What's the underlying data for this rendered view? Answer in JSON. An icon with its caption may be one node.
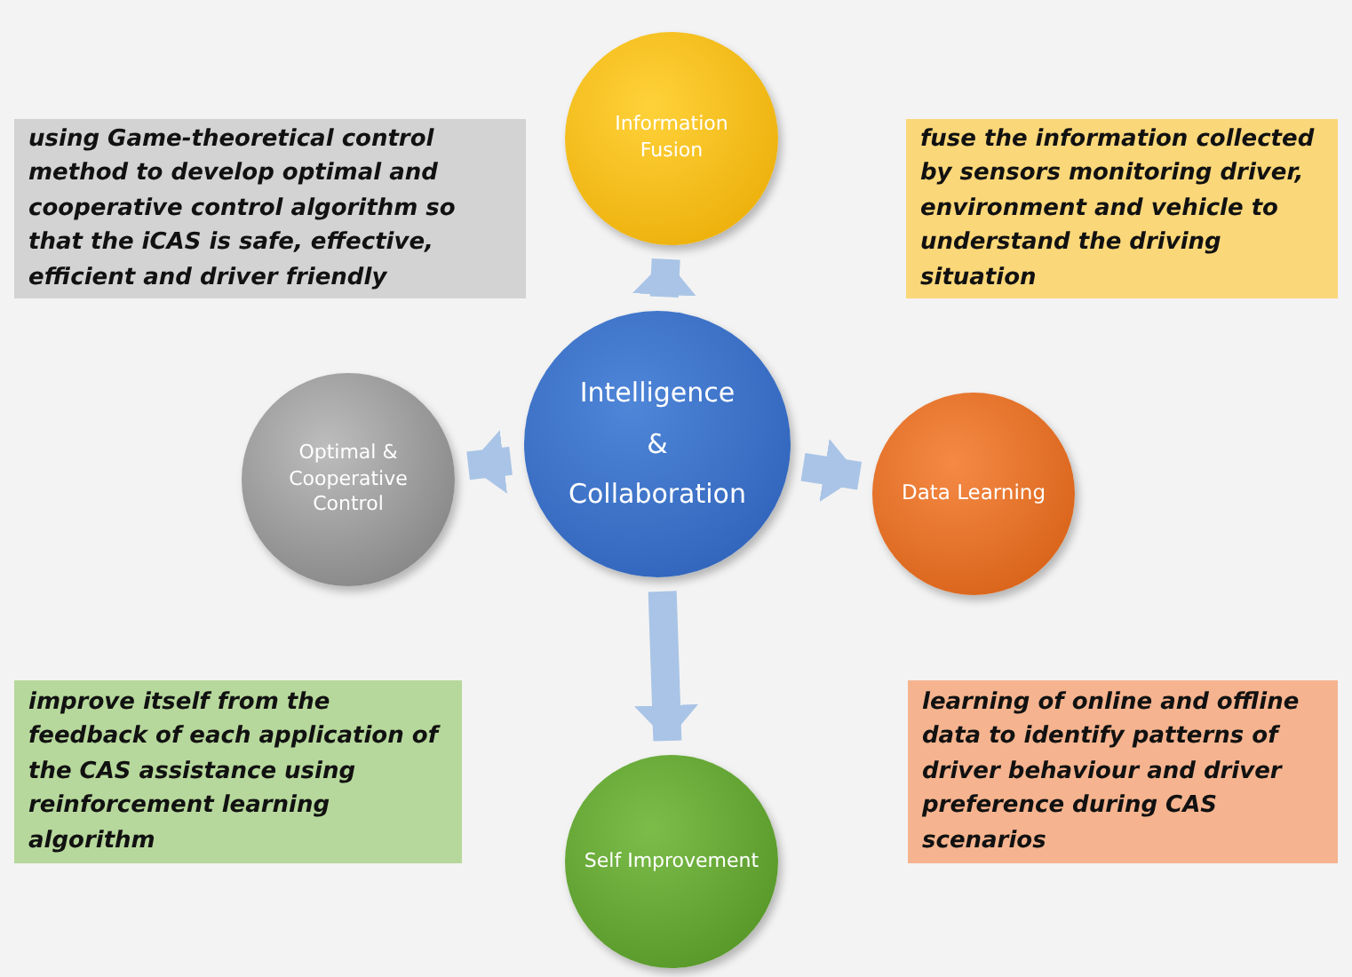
{
  "diagram": {
    "nodes": [
      {
        "text": [
          "using Game-theoretical control method to develop optimal and cooperative control algorithm so that the iCAS is safe, effective, efficient and driver friendly"
        ]
      },
      {
        "text": [
          "Information Fusion"
        ]
      },
      {
        "text": [
          "fuse the information collected by sensors monitoring driver, environment and vehicle to understand the driving situation"
        ]
      },
      {
        "text": [
          "Optimal & Cooperative Control"
        ]
      },
      {
        "text": [
          "Intelligence",
          "&",
          "Collaboration"
        ]
      },
      {
        "text": [
          "Data Learning"
        ]
      },
      {
        "text": [
          "improve itself from the feedback of each application of the CAS assistance using reinforcement learning algorithm"
        ]
      },
      {
        "text": [
          "Self Improvement"
        ]
      },
      {
        "text": [
          "learning of online and offline data to identify patterns of driver behaviour  and driver preference during CAS scenarios"
        ]
      }
    ],
    "edges": [
      {
        "from": 4,
        "to": 1,
        "arrow": "to"
      },
      {
        "from": 4,
        "to": 5,
        "arrow": "to"
      },
      {
        "from": 4,
        "to": 3,
        "arrow": "to"
      },
      {
        "from": 4,
        "to": 7,
        "arrow": "to"
      }
    ]
  }
}
